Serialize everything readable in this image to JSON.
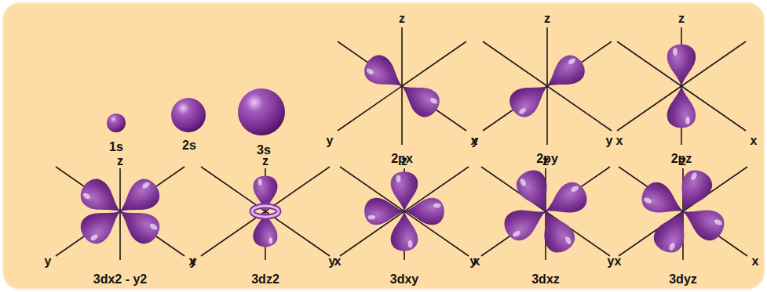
{
  "diagram": {
    "labels": [
      "1s",
      "2s",
      "3s",
      "z",
      "y",
      "x",
      "2px",
      "z",
      "y",
      "x",
      "2py",
      "z",
      "y",
      "x",
      "2pz",
      "z",
      "y",
      "x",
      "3dx2 - y2",
      "z",
      "y",
      "x",
      "3dz2",
      "z",
      "y",
      "x",
      "3dxy",
      "z",
      "y",
      "x",
      "3dxz",
      "z",
      "y",
      "x",
      "3dyz"
    ]
  }
}
